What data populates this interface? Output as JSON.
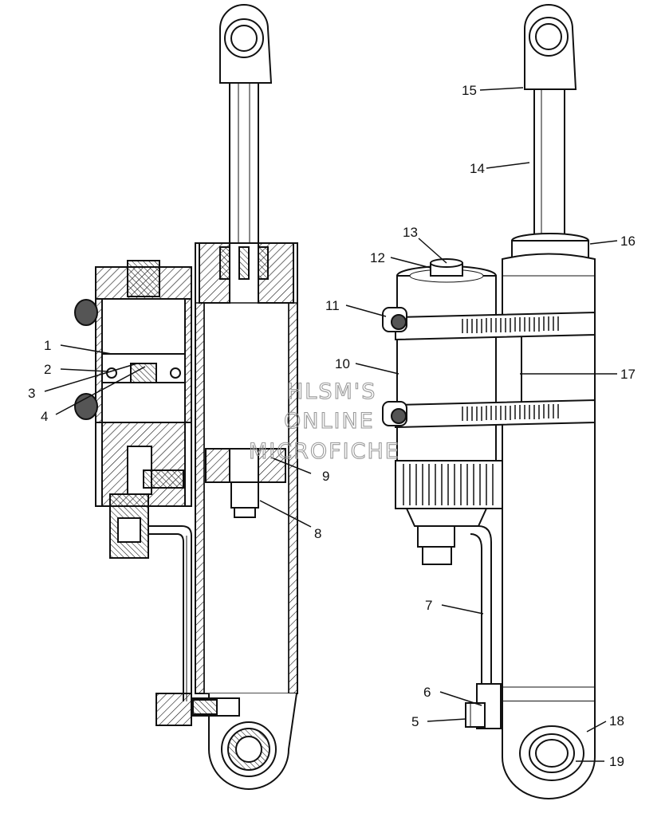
{
  "watermark": {
    "lines": [
      "HLSM'S",
      "ONLINE",
      "MICROFICHE"
    ]
  },
  "callouts": [
    {
      "id": "1",
      "label": "1"
    },
    {
      "id": "2",
      "label": "2"
    },
    {
      "id": "3",
      "label": "3"
    },
    {
      "id": "4",
      "label": "4"
    },
    {
      "id": "5",
      "label": "5"
    },
    {
      "id": "6",
      "label": "6"
    },
    {
      "id": "7",
      "label": "7"
    },
    {
      "id": "8",
      "label": "8"
    },
    {
      "id": "9",
      "label": "9"
    },
    {
      "id": "10",
      "label": "10"
    },
    {
      "id": "11",
      "label": "11"
    },
    {
      "id": "12",
      "label": "12"
    },
    {
      "id": "13",
      "label": "13"
    },
    {
      "id": "14",
      "label": "14"
    },
    {
      "id": "15",
      "label": "15"
    },
    {
      "id": "16",
      "label": "16"
    },
    {
      "id": "17",
      "label": "17"
    },
    {
      "id": "18",
      "label": "18"
    },
    {
      "id": "19",
      "label": "19"
    }
  ]
}
